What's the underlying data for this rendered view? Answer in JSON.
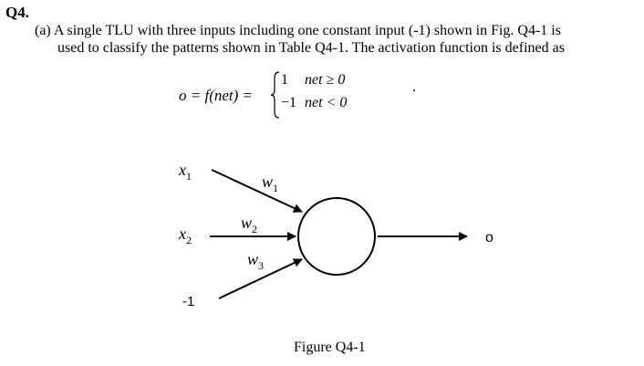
{
  "question": {
    "number": "Q4.",
    "part_a_line1": "(a) A single TLU with three inputs including one constant input (-1) shown in Fig. Q4-1 is",
    "part_a_line2": "used to classify the patterns shown in Table Q4-1. The activation function is defined as"
  },
  "equation": {
    "lhs": "o = f(net) =",
    "case1_value": "1",
    "case1_condition": "net ≥ 0",
    "case2_value": "−1",
    "case2_condition": "net < 0"
  },
  "diagram": {
    "inputs": [
      {
        "label": "x",
        "subscript": "1"
      },
      {
        "label": "x",
        "subscript": "2"
      },
      {
        "label": "-1",
        "subscript": ""
      }
    ],
    "weights": [
      {
        "label": "w",
        "subscript": "1"
      },
      {
        "label": "w",
        "subscript": "2"
      },
      {
        "label": "w",
        "subscript": "3"
      }
    ],
    "output_label": "o"
  },
  "caption": "Figure Q4-1"
}
